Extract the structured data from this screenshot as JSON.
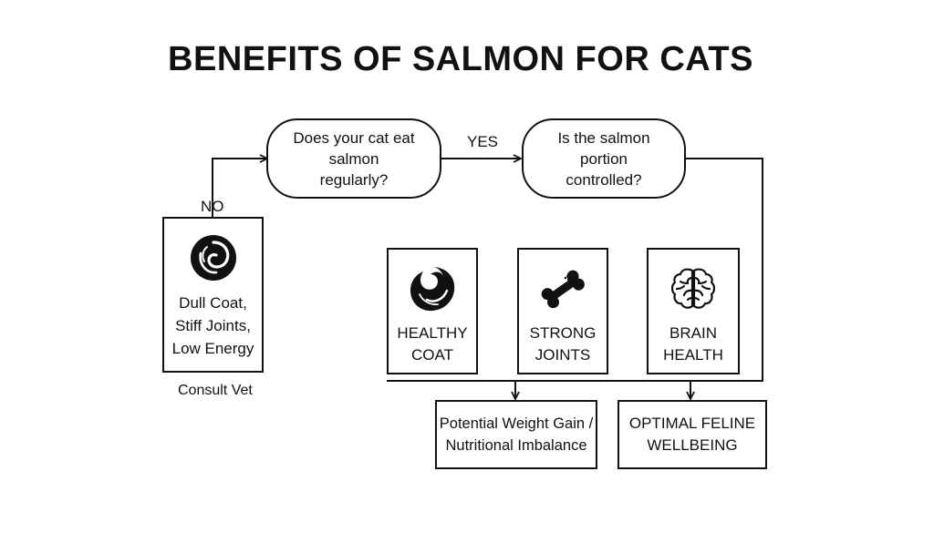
{
  "title": "BENEFITS OF SALMON FOR CATS",
  "questions": {
    "eats_salmon": [
      "Does your cat eat",
      "salmon",
      "regularly?"
    ],
    "portion_controlled": [
      "Is the salmon",
      "portion",
      "controlled?"
    ]
  },
  "edge_labels": {
    "yes": "YES",
    "no": "NO"
  },
  "no_branch": {
    "symptoms": [
      "Dull Coat,",
      "Stiff Joints,",
      "Low Energy"
    ],
    "action": "Consult Vet",
    "icon": "swirl-icon"
  },
  "benefits": [
    {
      "lines": [
        "HEALTHY",
        "COAT"
      ],
      "icon": "fur-swirl-icon"
    },
    {
      "lines": [
        "STRONG",
        "JOINTS"
      ],
      "icon": "bone-icon"
    },
    {
      "lines": [
        "BRAIN",
        "HEALTH"
      ],
      "icon": "brain-icon"
    }
  ],
  "outcomes": {
    "weight_gain": [
      "Potential Weight Gain /",
      "Nutritional Imbalance"
    ],
    "optimal": [
      "OPTIMAL FELINE",
      "WELLBEING"
    ]
  }
}
